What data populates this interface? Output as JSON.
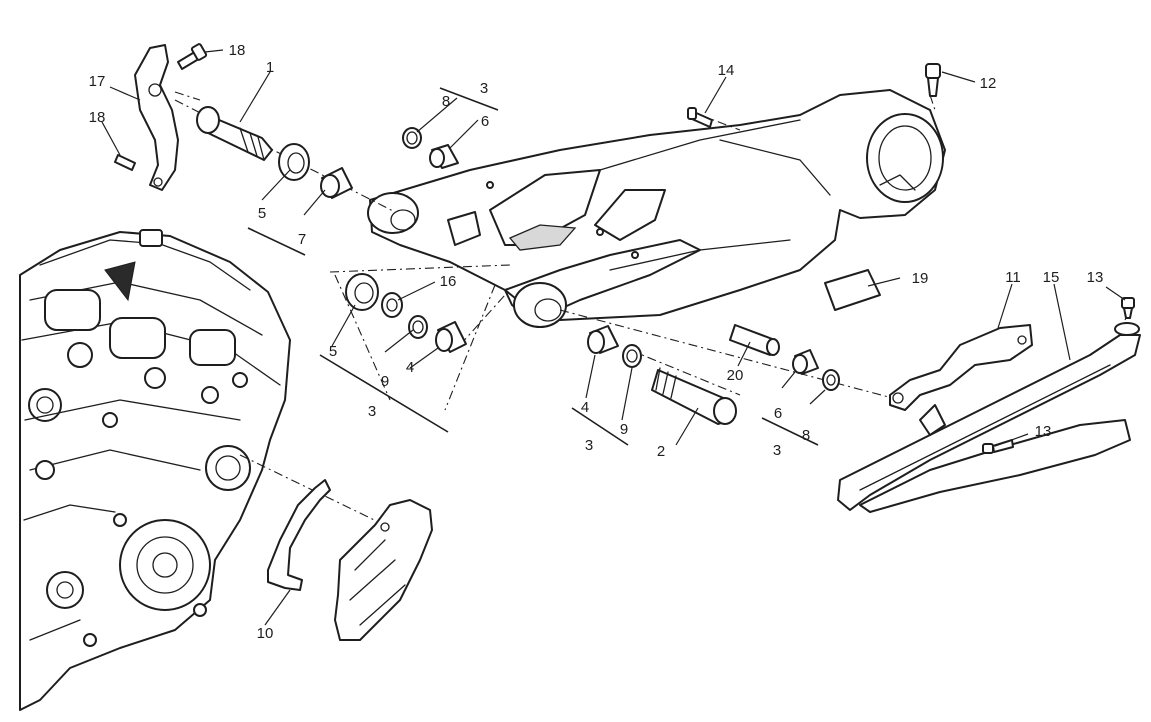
{
  "diagram": {
    "callouts": [
      {
        "id": "c-1",
        "label": "1"
      },
      {
        "id": "c-2",
        "label": "2"
      },
      {
        "id": "c-3a",
        "label": "3"
      },
      {
        "id": "c-3b",
        "label": "3"
      },
      {
        "id": "c-3c",
        "label": "3"
      },
      {
        "id": "c-3d",
        "label": "3"
      },
      {
        "id": "c-4a",
        "label": "4"
      },
      {
        "id": "c-4b",
        "label": "4"
      },
      {
        "id": "c-5a",
        "label": "5"
      },
      {
        "id": "c-5b",
        "label": "5"
      },
      {
        "id": "c-6a",
        "label": "6"
      },
      {
        "id": "c-6b",
        "label": "6"
      },
      {
        "id": "c-7",
        "label": "7"
      },
      {
        "id": "c-8a",
        "label": "8"
      },
      {
        "id": "c-8b",
        "label": "8"
      },
      {
        "id": "c-9a",
        "label": "9"
      },
      {
        "id": "c-9b",
        "label": "9"
      },
      {
        "id": "c-10",
        "label": "10"
      },
      {
        "id": "c-11",
        "label": "11"
      },
      {
        "id": "c-12",
        "label": "12"
      },
      {
        "id": "c-13a",
        "label": "13"
      },
      {
        "id": "c-13b",
        "label": "13"
      },
      {
        "id": "c-14",
        "label": "14"
      },
      {
        "id": "c-15",
        "label": "15"
      },
      {
        "id": "c-16",
        "label": "16"
      },
      {
        "id": "c-17",
        "label": "17"
      },
      {
        "id": "c-18a",
        "label": "18"
      },
      {
        "id": "c-18b",
        "label": "18"
      },
      {
        "id": "c-19",
        "label": "19"
      },
      {
        "id": "c-20",
        "label": "20"
      }
    ]
  }
}
